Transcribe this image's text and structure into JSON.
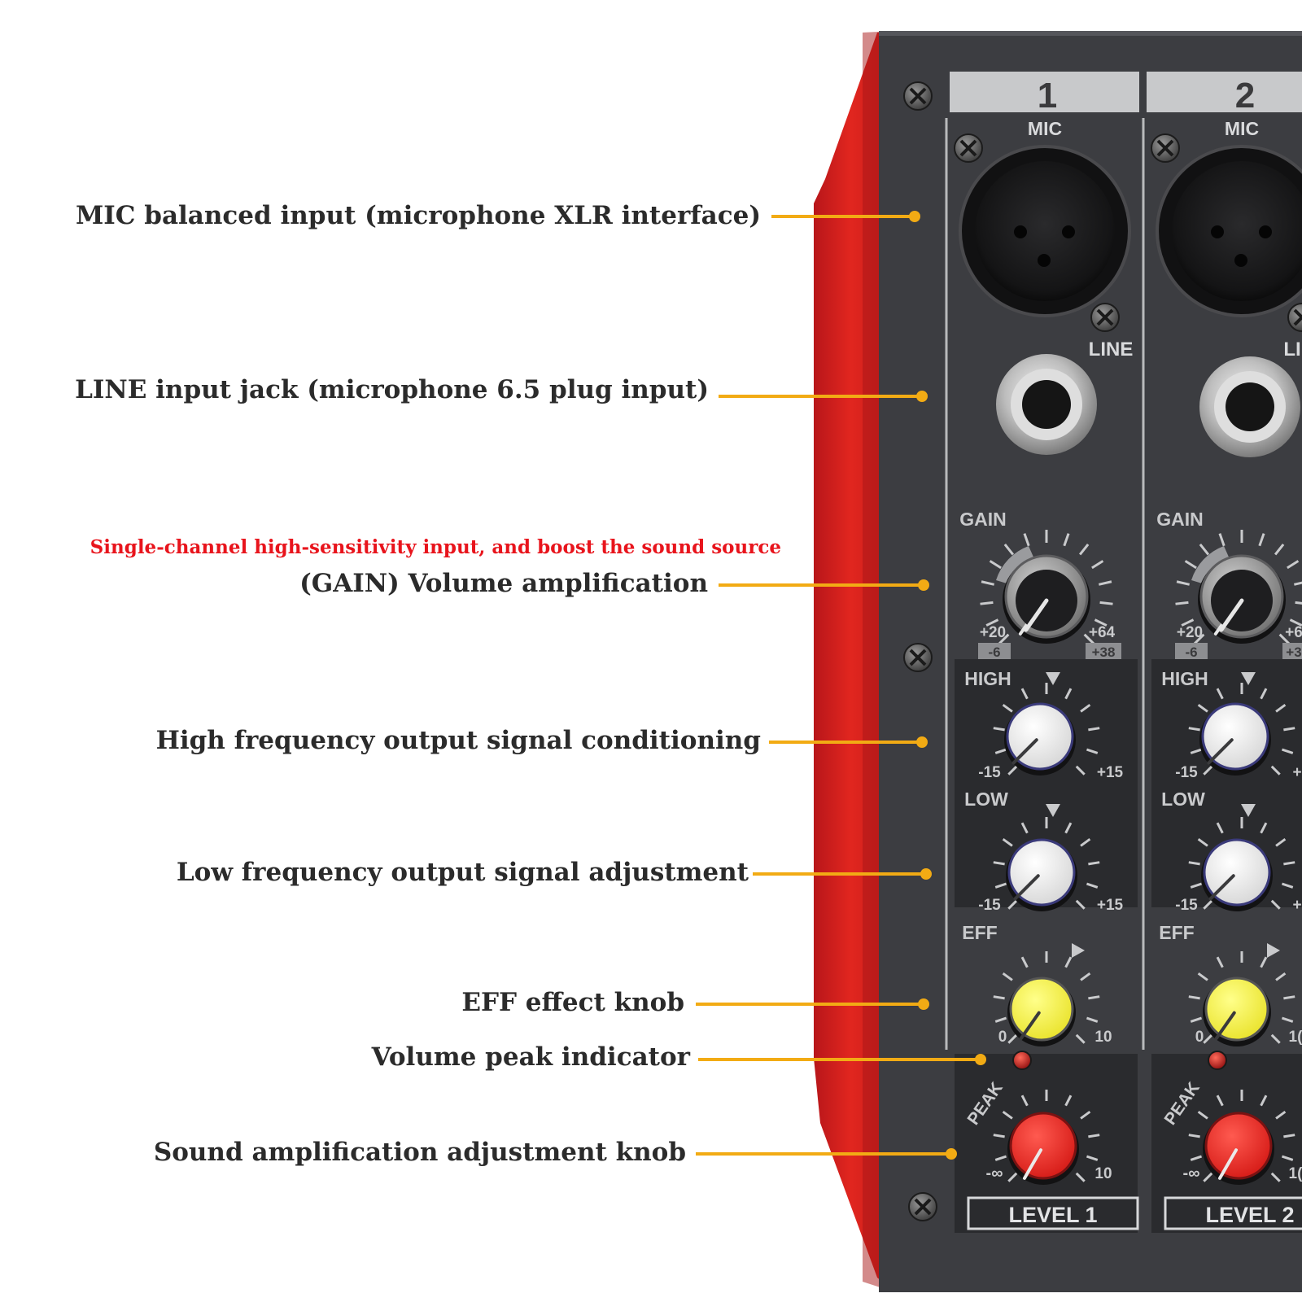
{
  "colors": {
    "leader_line": "#f2ab14",
    "red_note": "#e8141c",
    "chassis_red": "#d8231f",
    "panel": "#3c3d41",
    "panel_dark": "#2a2b2e",
    "silkscreen": "#c9cacc"
  },
  "callouts": {
    "mic_input": "MIC balanced input (microphone XLR interface)",
    "line_input": "LINE input jack (microphone 6.5 plug input)",
    "gain_note": "Single-channel high-sensitivity input, and boost the sound source",
    "gain": "(GAIN) Volume amplification",
    "high": "High frequency output signal conditioning",
    "low": "Low frequency output signal adjustment",
    "eff": "EFF effect knob",
    "peak": "Volume peak indicator",
    "level": "Sound amplification adjustment knob"
  },
  "panel": {
    "channel_1": {
      "number": "1",
      "mic": "MIC",
      "line": "LINE",
      "gain": "GAIN",
      "gain_min": "+20",
      "gain_max": "+64",
      "gain_min_line": "-6",
      "gain_max_line": "+38",
      "high": "HIGH",
      "high_min": "-15",
      "high_max": "+15",
      "low": "LOW",
      "low_min": "-15",
      "low_max": "+15",
      "eff": "EFF",
      "eff_min": "0",
      "eff_max": "10",
      "peak": "PEAK",
      "level_min": "-∞",
      "level_max": "10",
      "level_label": "LEVEL 1"
    },
    "channel_2": {
      "number": "2",
      "mic": "MIC",
      "line": "LI",
      "gain": "GAIN",
      "gain_min": "+20",
      "gain_max": "+6",
      "gain_min_line": "-6",
      "gain_max_line": "+3",
      "high": "HIGH",
      "high_min": "-15",
      "high_max": "+",
      "low": "LOW",
      "low_min": "-15",
      "low_max": "+",
      "eff": "EFF",
      "eff_min": "0",
      "eff_max": "1(",
      "peak": "PEAK",
      "level_min": "-∞",
      "level_max": "1(",
      "level_label": "LEVEL 2"
    }
  }
}
